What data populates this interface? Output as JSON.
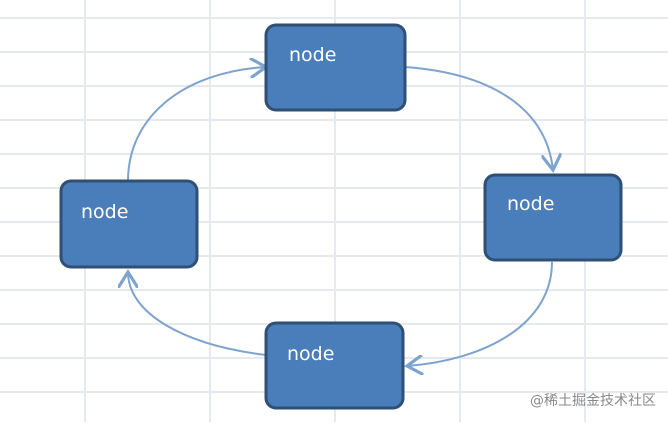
{
  "diagram": {
    "nodes": [
      {
        "id": "top",
        "label": "node"
      },
      {
        "id": "right",
        "label": "node"
      },
      {
        "id": "bottom",
        "label": "node"
      },
      {
        "id": "left",
        "label": "node"
      }
    ],
    "edges": [
      {
        "from": "top",
        "to": "right"
      },
      {
        "from": "right",
        "to": "bottom"
      },
      {
        "from": "bottom",
        "to": "left"
      },
      {
        "from": "left",
        "to": "top"
      }
    ],
    "colors": {
      "node_fill": "#4a7ebb",
      "node_stroke": "#2f4f75",
      "edge": "#7ea3cf",
      "grid": "#e6e9ee"
    }
  },
  "watermark": "@稀土掘金技术社区"
}
